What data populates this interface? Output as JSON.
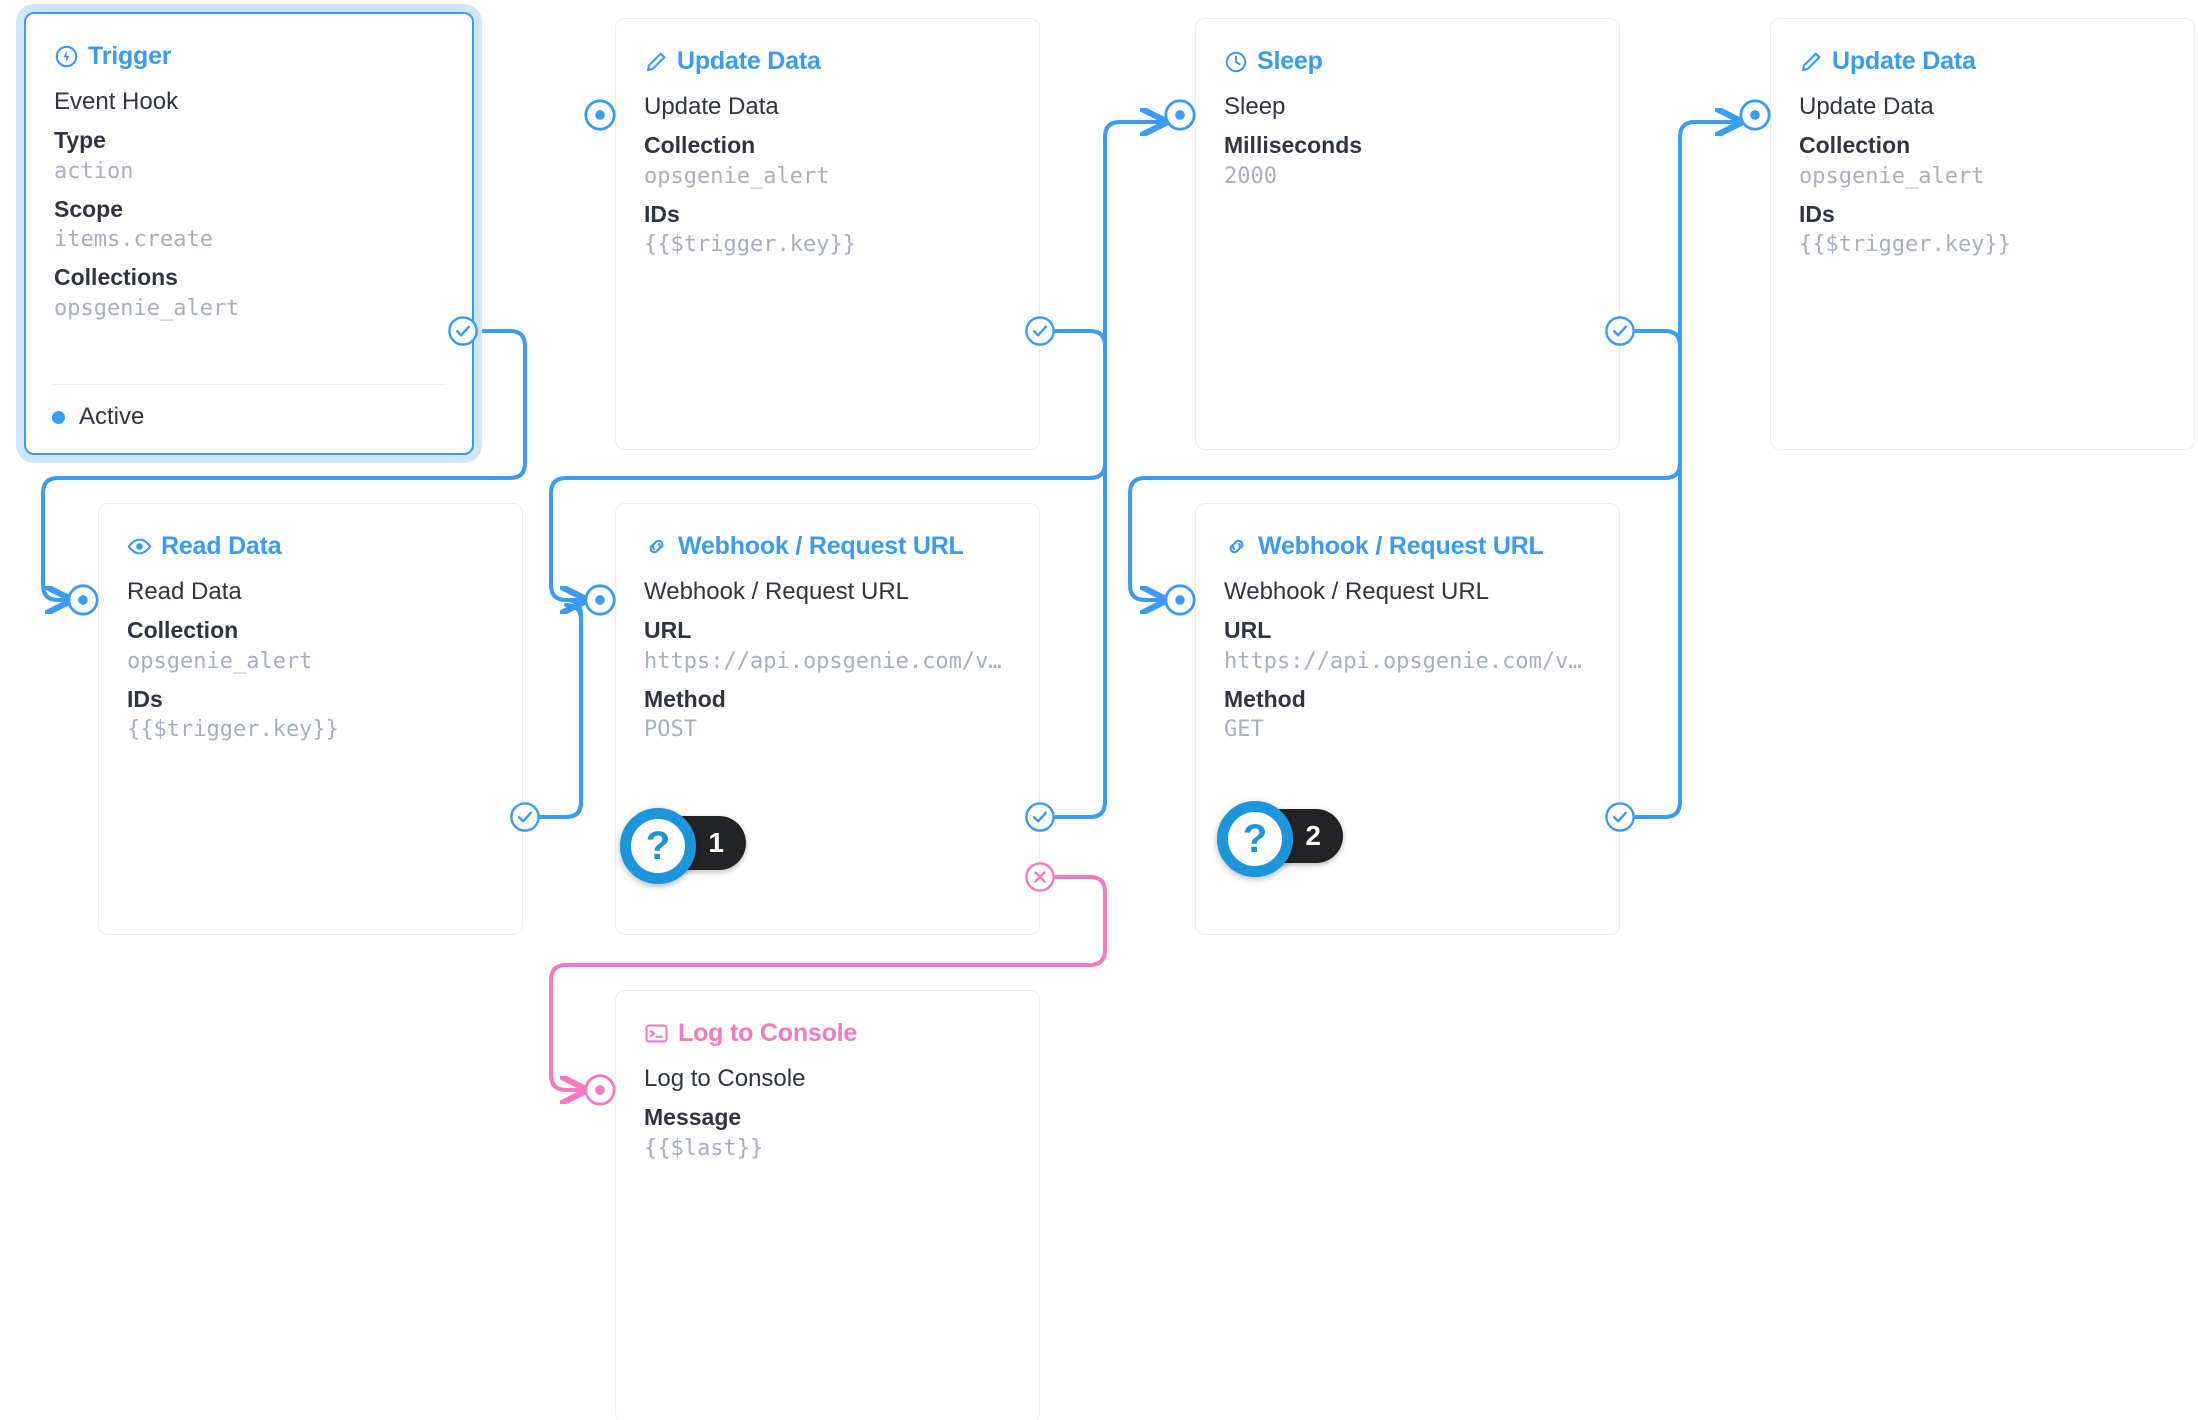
{
  "colors": {
    "accent": "#3a9cf5",
    "accent_dark": "#1c96da",
    "pink": "#f779c0",
    "mono_text": "#a7b0bd",
    "text": "#303640",
    "card_border": "#ebedf1",
    "badge_pill": "#222325"
  },
  "nodes": [
    {
      "id": "trigger",
      "header": "Trigger",
      "icon": "bolt-circle-icon",
      "accent": "blue",
      "selected": true,
      "row_title": "Event Hook",
      "fields": [
        {
          "label": "Type",
          "value": "action"
        },
        {
          "label": "Scope",
          "value": "items.create"
        },
        {
          "label": "Collections",
          "value": "opsgenie_alert"
        }
      ],
      "footer": {
        "status": "Active"
      }
    },
    {
      "id": "update-data-1",
      "header": "Update Data",
      "icon": "pencil-icon",
      "accent": "blue",
      "selected": false,
      "row_title": "Update Data",
      "fields": [
        {
          "label": "Collection",
          "value": "opsgenie_alert"
        },
        {
          "label": "IDs",
          "value": "{{$trigger.key}}"
        }
      ]
    },
    {
      "id": "sleep",
      "header": "Sleep",
      "icon": "clock-icon",
      "accent": "blue",
      "selected": false,
      "row_title": "Sleep",
      "fields": [
        {
          "label": "Milliseconds",
          "value": "2000"
        }
      ]
    },
    {
      "id": "update-data-2",
      "header": "Update Data",
      "icon": "pencil-icon",
      "accent": "blue",
      "selected": false,
      "row_title": "Update Data",
      "fields": [
        {
          "label": "Collection",
          "value": "opsgenie_alert"
        },
        {
          "label": "IDs",
          "value": "{{$trigger.key}}"
        }
      ]
    },
    {
      "id": "read-data",
      "header": "Read Data",
      "icon": "eye-icon",
      "accent": "blue",
      "selected": false,
      "row_title": "Read Data",
      "fields": [
        {
          "label": "Collection",
          "value": "opsgenie_alert"
        },
        {
          "label": "IDs",
          "value": "{{$trigger.key}}"
        }
      ]
    },
    {
      "id": "webhook-1",
      "header": "Webhook / Request URL",
      "icon": "link-icon",
      "accent": "blue",
      "selected": false,
      "row_title": "Webhook / Request URL",
      "fields": [
        {
          "label": "URL",
          "value": "https://api.opsgenie.com/v…"
        },
        {
          "label": "Method",
          "value": "POST"
        }
      ],
      "help_badge": {
        "glyph": "?",
        "count": "1"
      }
    },
    {
      "id": "webhook-2",
      "header": "Webhook / Request URL",
      "icon": "link-icon",
      "accent": "blue",
      "selected": false,
      "row_title": "Webhook / Request URL",
      "fields": [
        {
          "label": "URL",
          "value": "https://api.opsgenie.com/v…"
        },
        {
          "label": "Method",
          "value": "GET"
        }
      ],
      "help_badge": {
        "glyph": "?",
        "count": "2"
      }
    },
    {
      "id": "log-to-console",
      "header": "Log to Console",
      "icon": "terminal-icon",
      "accent": "pink",
      "selected": false,
      "row_title": "Log to Console",
      "fields": [
        {
          "label": "Message",
          "value": "{{$last}}"
        }
      ]
    }
  ]
}
